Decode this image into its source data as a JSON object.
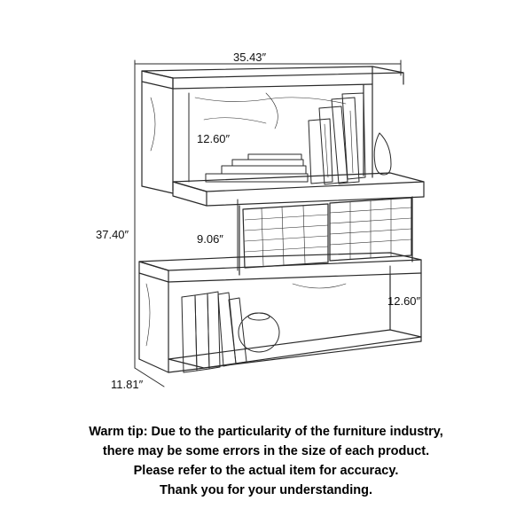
{
  "dimensions": {
    "width": "35.43″",
    "height": "37.40″",
    "depth": "11.81″",
    "top_shelf_height": "12.60″",
    "middle_shelf_height": "9.06″",
    "bottom_shelf_height": "12.60″"
  },
  "warm_tip": {
    "line1": "Warm tip: Due to the particularity of the furniture industry,",
    "line2": "there may be some errors in the size of each product.",
    "line3": "Please refer to the actual item for accuracy.",
    "line4": "Thank you for your understanding."
  },
  "colors": {
    "line": "#2a2a2a",
    "background": "#ffffff"
  }
}
